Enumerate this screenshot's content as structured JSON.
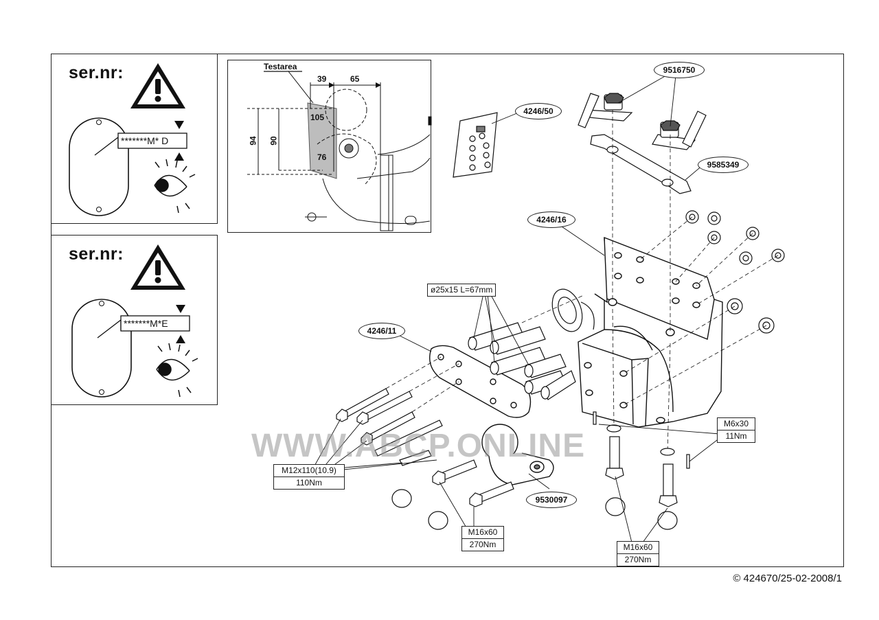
{
  "serial_panels": [
    {
      "heading": "ser.nr:",
      "code": "*******M* D"
    },
    {
      "heading": "ser.nr:",
      "code": "*******M*E"
    }
  ],
  "detail": {
    "title": "Testarea",
    "dims": {
      "top_left": "39",
      "top_right": "65",
      "left_outer": "94",
      "left_inner": "90",
      "upper": "105",
      "lower": "76"
    }
  },
  "parts": {
    "p1": "9516750",
    "p2": "4246/50",
    "p3": "9585349",
    "p4": "4246/16",
    "p5": "4246/11",
    "p6": "9530097"
  },
  "spacer_spec": "ø25x15 L=67mm",
  "torque_labels": {
    "m12": {
      "size": "M12x110(10.9)",
      "torque": "110Nm"
    },
    "m16a": {
      "size": "M16x60",
      "torque": "270Nm"
    },
    "m16b": {
      "size": "M16x60",
      "torque": "270Nm"
    },
    "m6": {
      "size": "M6x30",
      "torque": "11Nm"
    }
  },
  "watermark": "WWW.ABCP.ONLINE",
  "copyright": "© 424670/25-02-2008/1"
}
